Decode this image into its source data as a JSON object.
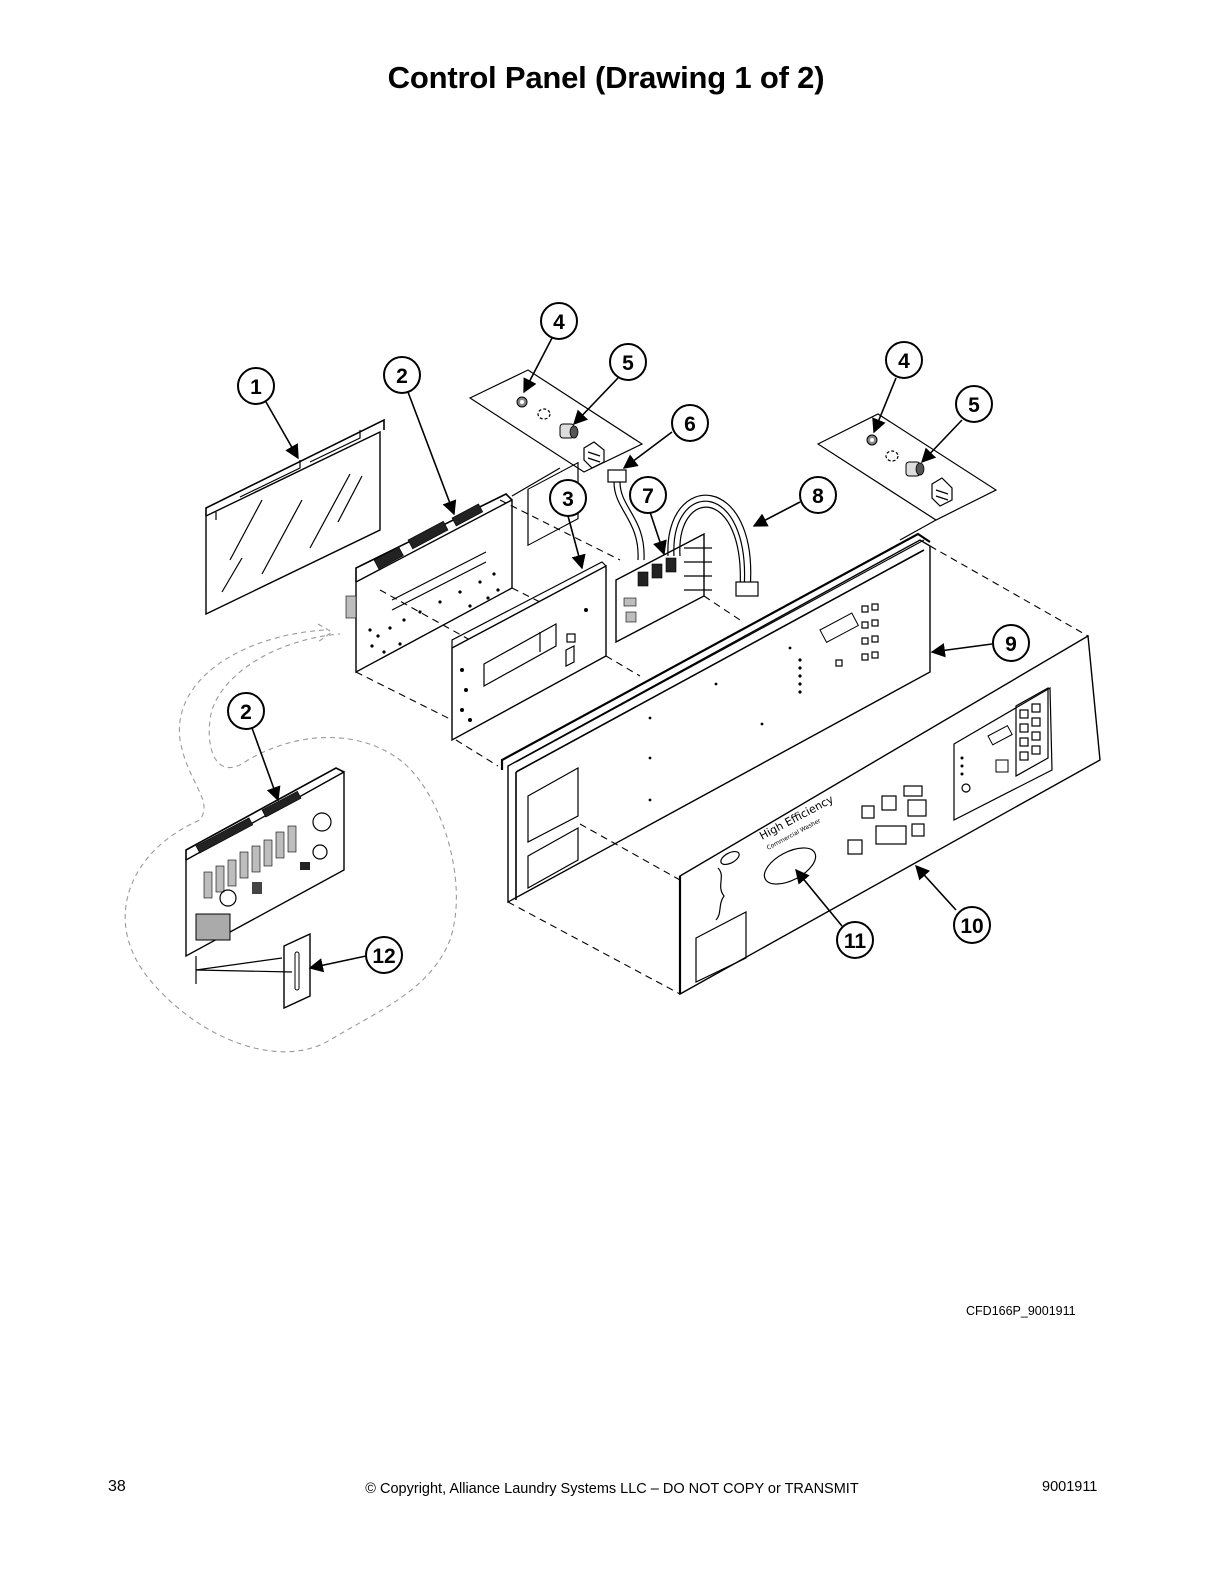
{
  "page": {
    "title": "Control Panel (Drawing 1 of 2)",
    "drawing_id": "CFD166P_9001911",
    "page_number": "38",
    "copyright": "© Copyright, Alliance Laundry Systems LLC – DO NOT COPY or TRANSMIT",
    "doc_number": "9001911"
  },
  "diagram": {
    "callouts": [
      {
        "key": "c1",
        "label": "1"
      },
      {
        "key": "c2a",
        "label": "2"
      },
      {
        "key": "c2b",
        "label": "2"
      },
      {
        "key": "c3",
        "label": "3"
      },
      {
        "key": "c4a",
        "label": "4"
      },
      {
        "key": "c4b",
        "label": "4"
      },
      {
        "key": "c5a",
        "label": "5"
      },
      {
        "key": "c5b",
        "label": "5"
      },
      {
        "key": "c6",
        "label": "6"
      },
      {
        "key": "c7",
        "label": "7"
      },
      {
        "key": "c8",
        "label": "8"
      },
      {
        "key": "c9",
        "label": "9"
      },
      {
        "key": "c10",
        "label": "10"
      },
      {
        "key": "c11",
        "label": "11"
      },
      {
        "key": "c12",
        "label": "12"
      }
    ],
    "panel_text": {
      "line1": "High Efficiency",
      "line2": "Commercial Washer"
    }
  }
}
